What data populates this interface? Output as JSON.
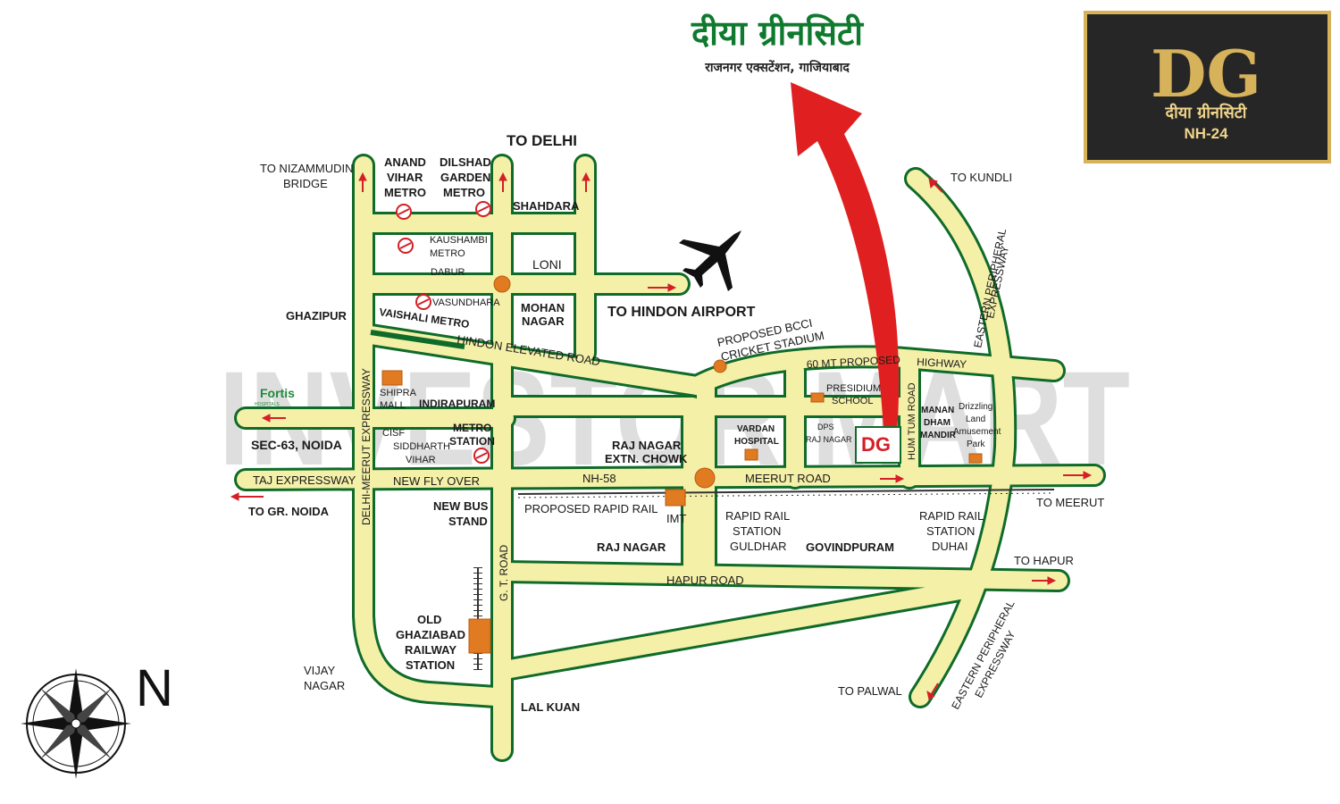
{
  "header": {
    "title_hindi": "दीया ग्रीनसिटी",
    "subtitle_hindi": "राजनगर एक्सटेंशन, गाजियाबाद"
  },
  "logo": {
    "monogram": "DG",
    "name_hindi": "दीया ग्रीनसिटी",
    "tag": "NH-24",
    "colors": {
      "background": "#2a2a2a",
      "gold": "#d6b25a"
    }
  },
  "watermark": "INVESTOR MART",
  "compass": {
    "north_label": "N"
  },
  "labels": {
    "to_delhi": "TO DELHI",
    "to_nizammuddin": [
      "TO NIZAMMUDIN",
      "BRIDGE"
    ],
    "anand_vihar": [
      "ANAND",
      "VIHAR",
      "METRO"
    ],
    "dilshad_garden": [
      "DILSHAD",
      "GARDEN",
      "METRO"
    ],
    "shahdara": "SHAHDARA",
    "kaushambi": [
      "KAUSHAMBI",
      "METRO"
    ],
    "dabur": "DABUR",
    "loni": "LONI",
    "vasundhara": "VASUNDHARA",
    "vaishali_metro": "VAISHALI METRO",
    "ghazipur": "GHAZIPUR",
    "mohan_nagar": [
      "MOHAN",
      "NAGAR"
    ],
    "to_hindon_airport": "TO HINDON AIRPORT",
    "hindon_elevated": "HINDON ELEVATED ROAD",
    "proposed_bcci": [
      "PROPOSED BCCI",
      "CRICKET STADIUM"
    ],
    "proposed_60mt": "60 MT PROPOSED",
    "highway": "HIGHWAY",
    "to_kundli": "TO KUNDLI",
    "eastern_peripheral_top": [
      "EASTERN PERIPHERAL",
      "EXPRESSWAY"
    ],
    "eastern_peripheral_bottom": [
      "EASTERN PERIPHERAL",
      "EXPRESSWAY"
    ],
    "fortis": [
      "Fortis",
      "HOSPITALS"
    ],
    "shipra_mall": [
      "SHIPRA",
      "MALL"
    ],
    "indirapuram": "INDIRAPURAM",
    "cisf": "CISF",
    "siddharth_vihar": [
      "SIDDHARTH",
      "VIHAR"
    ],
    "metro_station": [
      "METRO",
      "STATION"
    ],
    "sec63": "SEC-63, NOIDA",
    "delhi_meerut_expressway": "DELHI-MEERUT EXPRESSWAY",
    "raj_nagar_extn": [
      "RAJ NAGAR",
      "EXTN. CHOWK"
    ],
    "presidium": [
      "PRESIDIUM",
      "SCHOOL"
    ],
    "vardan": [
      "VARDAN",
      "HOSPITAL"
    ],
    "dps": [
      "DPS",
      "RAJ NAGAR"
    ],
    "hum_tum_road": "HUM TUM ROAD",
    "manan_dham": [
      "MANAN",
      "DHAM",
      "MANDIR"
    ],
    "drizzling": [
      "Drizzling",
      "Land",
      "Amusement",
      "Park"
    ],
    "taj_expressway": "TAJ EXPRESSWAY",
    "to_gr_noida": "TO GR. NOIDA",
    "new_fly_over": "NEW FLY OVER",
    "nh58": "NH-58",
    "meerut_road": "MEERUT ROAD",
    "to_meerut": "TO MEERUT",
    "new_bus_stand": [
      "NEW BUS",
      "STAND"
    ],
    "proposed_rapid_rail": "PROPOSED RAPID RAIL",
    "imt": "IMT",
    "rapid_guldhar": [
      "RAPID RAIL",
      "STATION",
      "GULDHAR"
    ],
    "rapid_duhai": [
      "RAPID RAIL",
      "STATION",
      "DUHAI"
    ],
    "raj_nagar": "RAJ NAGAR",
    "govindpuram": "GOVINDPURAM",
    "gt_road": "G. T. ROAD",
    "to_hapur": "TO HAPUR",
    "hapur_road": "HAPUR ROAD",
    "old_ghaziabad": [
      "OLD",
      "GHAZIABAD",
      "RAILWAY",
      "STATION"
    ],
    "vijay_nagar": [
      "VIJAY",
      "NAGAR"
    ],
    "lal_kuan": "LAL KUAN",
    "to_palwal": "TO PALWAL",
    "project_tag": "DG"
  }
}
